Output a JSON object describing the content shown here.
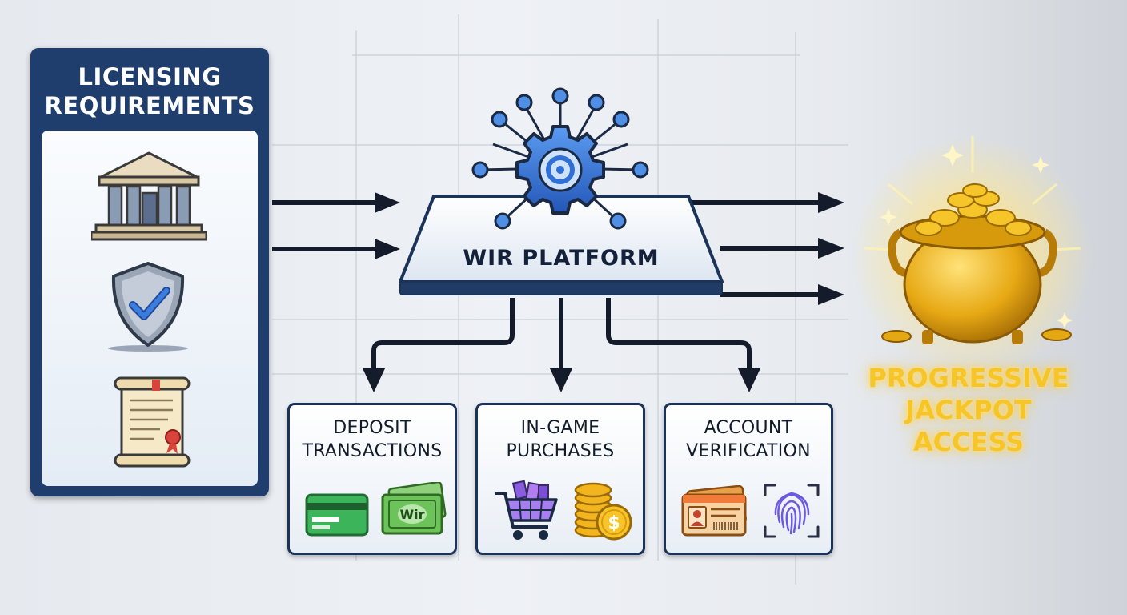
{
  "licensing": {
    "title": "LICENSING\nREQUIREMENTS",
    "icons": [
      "bank-building-icon",
      "shield-check-icon",
      "scroll-certificate-icon"
    ]
  },
  "platform": {
    "label": "WIR PLATFORM",
    "icon": "gear-network-icon"
  },
  "cards": [
    {
      "title": "DEPOSIT\nTRANSACTIONS",
      "icons": [
        "credit-card-icon",
        "banknote-icon"
      ],
      "banknote_text": "Wir"
    },
    {
      "title": "IN-GAME\nPURCHASES",
      "icons": [
        "shopping-cart-icon",
        "coin-stack-icon"
      ],
      "coin_symbol": "$"
    },
    {
      "title": "ACCOUNT\nVERIFICATION",
      "icons": [
        "id-card-icon",
        "fingerprint-icon"
      ]
    }
  ],
  "jackpot": {
    "label": "PROGRESSIVE\nJACKPOT\nACCESS",
    "icon": "gold-pot-icon"
  },
  "colors": {
    "navy": "#1f3e6e",
    "arrow": "#141c2b",
    "blue": "#2f6fd6",
    "gold": "#f6c52a"
  }
}
